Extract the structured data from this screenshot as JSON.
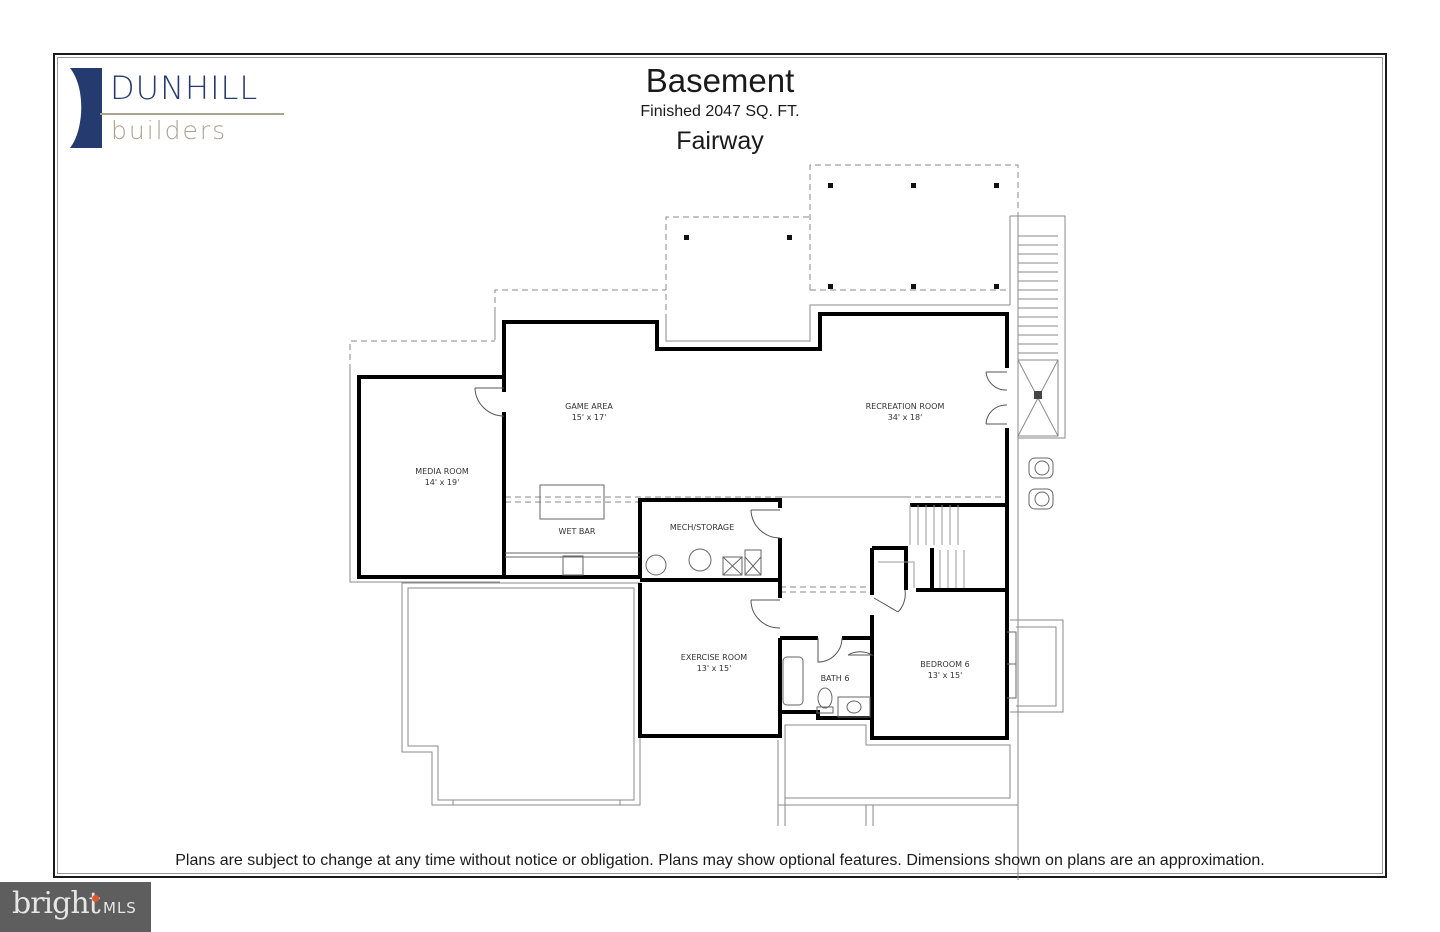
{
  "brand": {
    "name": "DUNHILL",
    "subtitle": "builders",
    "colors": {
      "primary": "#253a6e",
      "secondary": "#a8a48e"
    }
  },
  "header": {
    "title": "Basement",
    "subtitle": "Finished 2047 SQ. FT.",
    "model": "Fairway"
  },
  "rooms": [
    {
      "id": "media-room",
      "name": "MEDIA ROOM",
      "size": "14' x 19'"
    },
    {
      "id": "game-area",
      "name": "GAME AREA",
      "size": "15' x 17'"
    },
    {
      "id": "recreation-room",
      "name": "RECREATION ROOM",
      "size": "34' x 18'"
    },
    {
      "id": "wet-bar",
      "name": "WET BAR",
      "size": ""
    },
    {
      "id": "mech-storage",
      "name": "MECH/STORAGE",
      "size": ""
    },
    {
      "id": "exercise-room",
      "name": "EXERCISE ROOM",
      "size": "13' x 15'"
    },
    {
      "id": "bath-6",
      "name": "BATH 6",
      "size": ""
    },
    {
      "id": "bedroom-6",
      "name": "BEDROOM 6",
      "size": "13' x 15'"
    }
  ],
  "footer": {
    "disclaimer": "Plans are subject to change at any time without notice or obligation. Plans may show optional features. Dimensions shown on plans are an approximation."
  },
  "watermark": {
    "brand": "bright",
    "suffix": "MLS",
    "accent": "#e0542e"
  }
}
